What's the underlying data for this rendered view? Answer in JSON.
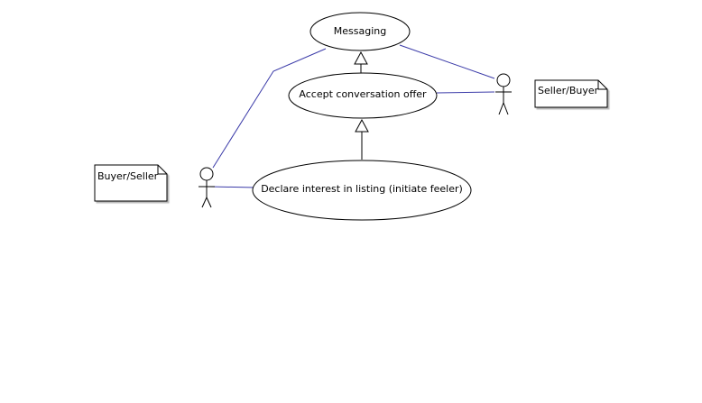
{
  "diagram": {
    "type": "uml-use-case",
    "colors": {
      "background": "#ffffff",
      "stroke": "#000000",
      "association": "#3a3aa8",
      "note_fill": "#ffffff",
      "note_shadow": "#b0b0b0"
    },
    "use_cases": {
      "messaging": "Messaging",
      "accept_offer": "Accept conversation offer",
      "declare_interest": "Declare interest in listing (initiate feeler)"
    },
    "notes": {
      "left": "Buyer/Seller",
      "right": "Seller/Buyer"
    },
    "relationships": [
      {
        "from": "accept_offer",
        "to": "messaging",
        "kind": "generalization"
      },
      {
        "from": "declare_interest",
        "to": "accept_offer",
        "kind": "generalization"
      },
      {
        "from": "actor-left",
        "to": "messaging",
        "kind": "association"
      },
      {
        "from": "actor-left",
        "to": "declare_interest",
        "kind": "association"
      },
      {
        "from": "actor-right",
        "to": "messaging",
        "kind": "association"
      },
      {
        "from": "actor-right",
        "to": "accept_offer",
        "kind": "association"
      }
    ]
  }
}
